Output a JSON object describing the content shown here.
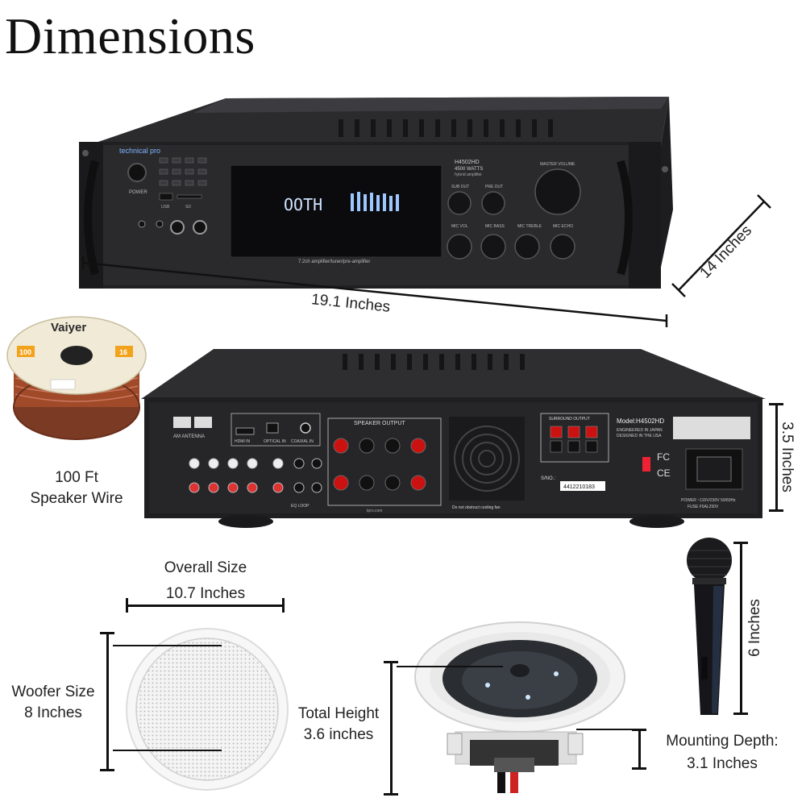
{
  "title": "Dimensions",
  "amplifier": {
    "width_label": "19.1 Inches",
    "depth_label": "14 Inches",
    "height_label": "3.5 Inches",
    "brand": "technical pro",
    "model": "H4502HD",
    "watts": "4500 WATTS",
    "hybrid": "hybrid amplifier",
    "display_text": "OOTH",
    "tagline": "7.2ch amplifier/tuner/pre-amplifier",
    "knob_labels": [
      "SUB OUT",
      "PRE OUT",
      "MASTER VOLUME",
      "MIC VOL",
      "MIC BASS",
      "MIC TREBLE",
      "MIC ECHO"
    ],
    "power_label": "POWER",
    "usb_label": "USB",
    "sd_label": "SD",
    "rear": {
      "speaker_output": "SPEAKER OUTPUT",
      "surround_output": "SURROUND OUTPUT",
      "model_text": "Model:H4502HD",
      "engineered": "ENGINEERED IN JAPAN",
      "designed": "DESIGNED IN THE USA",
      "serial_label": "S/NO.:",
      "serial": "4412210183",
      "cooling": "Do not obstruct cooling fan",
      "am_antenna": "AM ANTENNA",
      "hdmi_in": "HDMI IN",
      "optical_in": "OPTICAL IN",
      "coaxial_in": "COAXIAL IN",
      "eq_loop": "EQ LOOP",
      "fcc": "FC",
      "ce": "CE",
      "power_spec": "POWER ~115V/230V 50/60Hz",
      "fuse": "FUSE F5AL250V",
      "website": "tpro.com"
    }
  },
  "wire": {
    "brand": "Vaiyer",
    "feet_badge": "100",
    "gauge_badge": "16",
    "label_line1": "100 Ft",
    "label_line2": "Speaker Wire"
  },
  "speaker": {
    "overall_label": "Overall Size",
    "overall_value": "10.7 Inches",
    "woofer_label": "Woofer Size",
    "woofer_value": "8 Inches",
    "height_label": "Total Height",
    "height_value": "3.6 inches",
    "depth_label": "Mounting Depth:",
    "depth_value": "3.1 Inches"
  },
  "microphone": {
    "length_label": "6 Inches"
  }
}
